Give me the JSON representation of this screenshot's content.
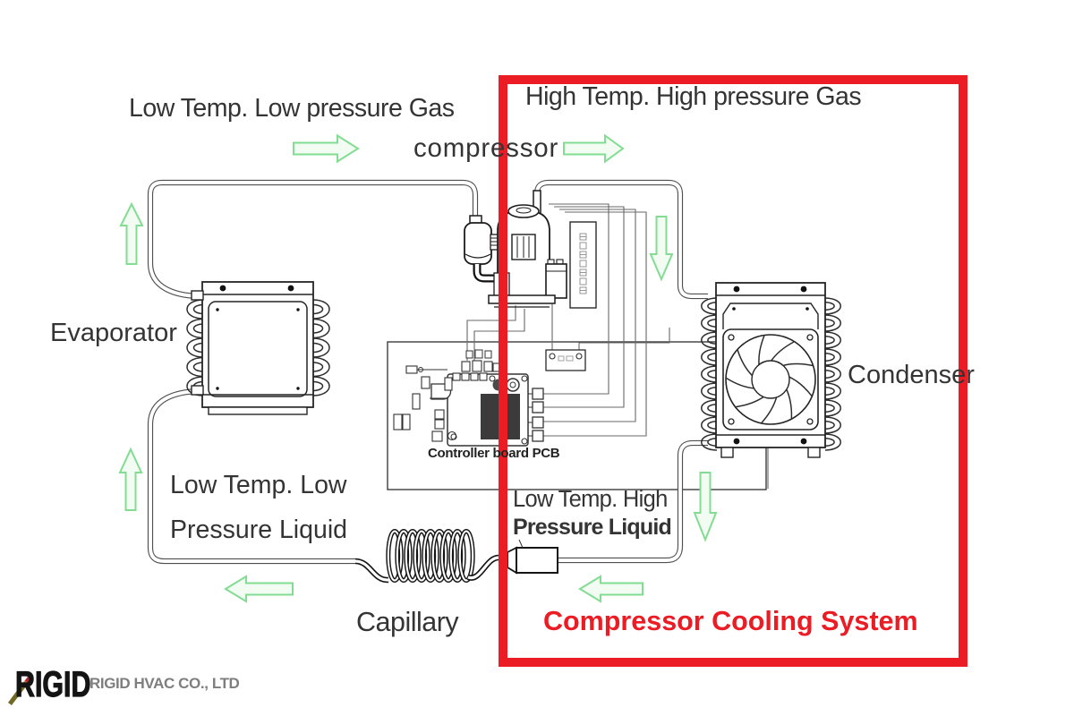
{
  "diagram": {
    "labels": {
      "low_temp_low_gas": "Low Temp. Low pressure Gas",
      "high_temp_high_gas": "High Temp. High pressure Gas",
      "compressor": "compressor",
      "evaporator": "Evaporator",
      "condenser": "Condenser",
      "low_temp_low_liquid_line1": "Low Temp. Low",
      "low_temp_low_liquid_line2": "Pressure Liquid",
      "low_temp_high_liquid_line1": "Low Temp. High",
      "low_temp_high_liquid_line2": "Pressure Liquid",
      "capillary": "Capillary",
      "controller_board": "Controller board PCB"
    },
    "highlight": {
      "title": "Compressor Cooling System",
      "color": "#ec1c24"
    },
    "arrow_color": "#82dc92"
  },
  "footer": {
    "logo": "RIGID",
    "company": "RIGID HVAC CO., LTD"
  }
}
